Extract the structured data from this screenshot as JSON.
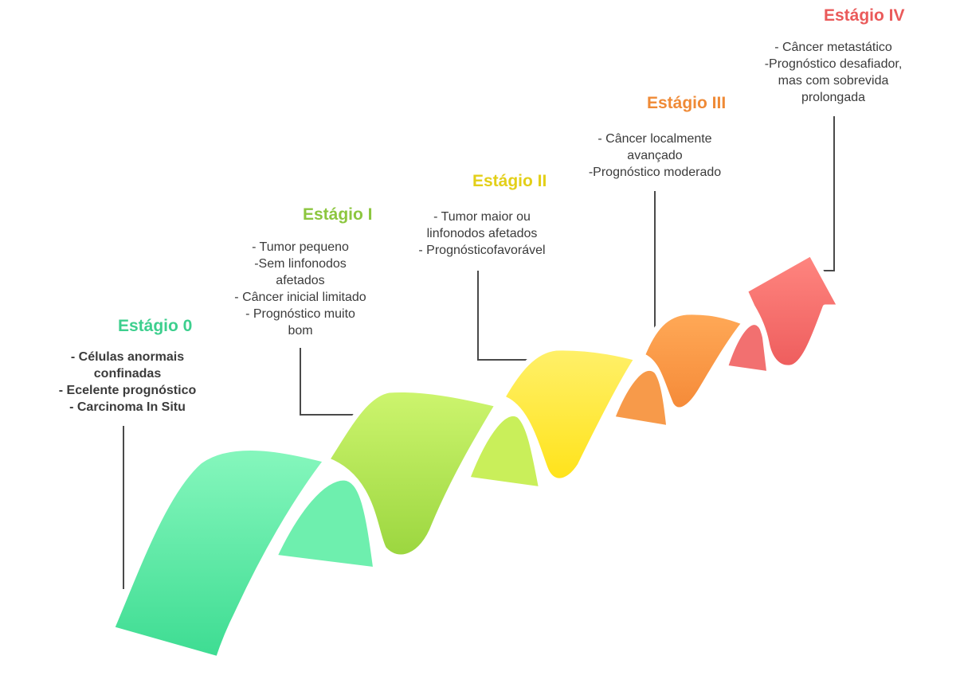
{
  "stages": [
    {
      "title": "Estágio 0",
      "color": "#3dcf8e",
      "lines": [
        "- Células anormais",
        "confinadas",
        "- Ecelente prognóstico",
        "- Carcinoma In Situ"
      ]
    },
    {
      "title": "Estágio I",
      "color": "#8cc63f",
      "lines": [
        "- Tumor pequeno",
        "-Sem linfonodos",
        "afetados",
        "- Câncer inicial limitado",
        "- Prognóstico muito",
        "bom"
      ]
    },
    {
      "title": "Estágio II",
      "color": "#e3cf18",
      "lines": [
        "- Tumor maior ou",
        "linfonodos afetados",
        "- Prognósticofavorável"
      ]
    },
    {
      "title": "Estágio III",
      "color": "#ef8a36",
      "lines": [
        "- Câncer localmente",
        "avançado",
        "-Prognóstico moderado"
      ]
    },
    {
      "title": "Estágio IV",
      "color": "#ea5a5a",
      "lines": [
        "- Câncer metastático",
        "-Prognóstico desafiador,",
        "mas com sobrevida",
        "prolongada"
      ]
    }
  ]
}
